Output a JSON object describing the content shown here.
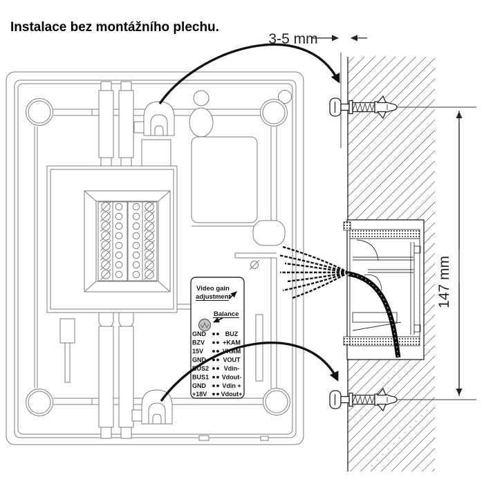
{
  "title": "Instalace bez montážního plechu.",
  "dimensions": {
    "gap_label": "3-5 mm",
    "height_label": "147 mm"
  },
  "device": {
    "video_gain_label_line1": "Video gain",
    "video_gain_label_line2": "adjustment",
    "balance_label": "Balance",
    "terminal_rows": [
      {
        "left": "GND",
        "right": "BUZ"
      },
      {
        "left": "BZV",
        "right": "+KAM"
      },
      {
        "left": "15V",
        "right": "VKAM"
      },
      {
        "left": "GND",
        "right": "VOUT"
      },
      {
        "left": "BUS2",
        "right": "Vdin-"
      },
      {
        "left": "BUS1",
        "right": "Vdout-"
      },
      {
        "left": "GND",
        "right": "Vdin +"
      },
      {
        "left": "+18V",
        "right": "Vdout+"
      }
    ]
  },
  "colors": {
    "ink": "#1c1c1c",
    "device_line": "#7d7d7d",
    "background": "#ffffff"
  }
}
